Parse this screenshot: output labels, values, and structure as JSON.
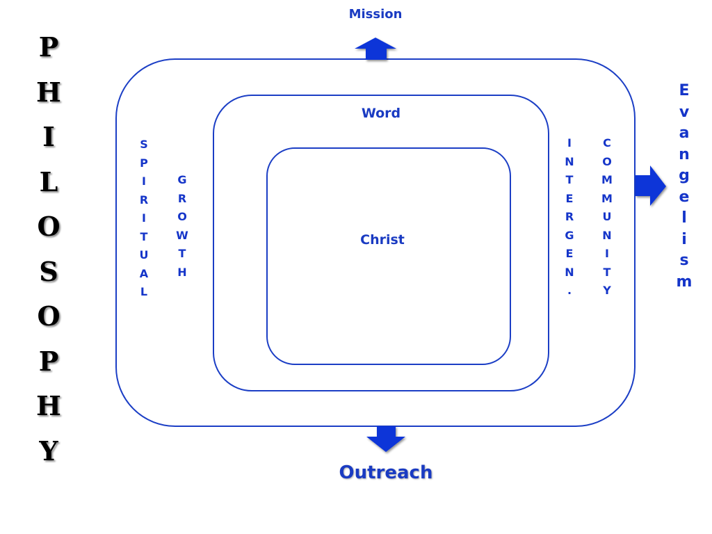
{
  "title_vertical": [
    "P",
    "H",
    "I",
    "L",
    "O",
    "S",
    "O",
    "P",
    "H",
    "Y"
  ],
  "labels": {
    "mission": "Mission",
    "word": "Word",
    "christ": "Christ",
    "outreach": "Outreach"
  },
  "columns": {
    "spiritual": [
      "S",
      "P",
      "I",
      "R",
      "I",
      "T",
      "U",
      "A",
      "L"
    ],
    "growth": [
      "G",
      "R",
      "O",
      "W",
      "T",
      "H"
    ],
    "intergen": [
      "I",
      "N",
      "T",
      "E",
      "R",
      "G",
      "E",
      "N",
      "."
    ],
    "community": [
      "C",
      "O",
      "M",
      "M",
      "U",
      "N",
      "I",
      "T",
      "Y"
    ],
    "evangelism": [
      "E",
      "v",
      "a",
      "n",
      "g",
      "e",
      "l",
      "i",
      "s",
      "m"
    ]
  },
  "colors": {
    "line": "#1b3ec5",
    "arrow": "#0b34d8",
    "text": "#1535c9"
  }
}
